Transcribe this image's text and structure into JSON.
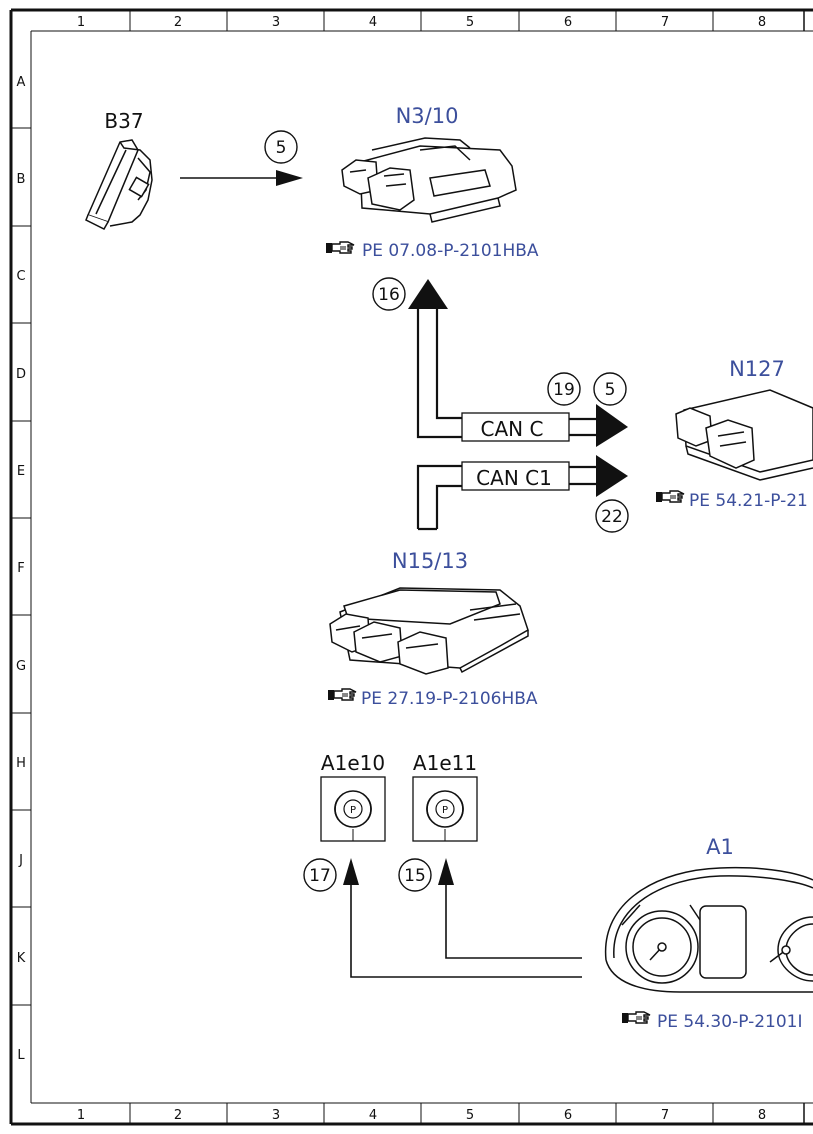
{
  "columns": [
    "1",
    "2",
    "3",
    "4",
    "5",
    "6",
    "7",
    "8"
  ],
  "rows": [
    "A",
    "B",
    "C",
    "D",
    "E",
    "F",
    "G",
    "H",
    "J",
    "K",
    "L"
  ],
  "components": {
    "b37": {
      "label": "B37"
    },
    "n3_10": {
      "label": "N3/10",
      "ref": "PE 07.08-P-2101HBA"
    },
    "n127": {
      "label": "N127",
      "ref": "PE 54.21-P-21"
    },
    "n15_13": {
      "label": "N15/13",
      "ref": "PE 27.19-P-2106HBA"
    },
    "a1e10": {
      "label": "A1e10",
      "symbol": "P"
    },
    "a1e11": {
      "label": "A1e11",
      "symbol": "P"
    },
    "a1": {
      "label": "A1",
      "ref": "PE 54.30-P-2101I"
    }
  },
  "signals": {
    "b37_to_n3": "5",
    "up_to_n3": "16",
    "to_n127_a": "19",
    "to_n127_b": "5",
    "to_n127_c": "22",
    "to_a1e10": "17",
    "to_a1e11": "15"
  },
  "buses": {
    "can_c": "CAN C",
    "can_c1": "CAN C1"
  },
  "colors": {
    "label_blue": "#3c4f9c",
    "line": "#111111"
  },
  "icons": {
    "reference": "pointing-hand-icon"
  }
}
